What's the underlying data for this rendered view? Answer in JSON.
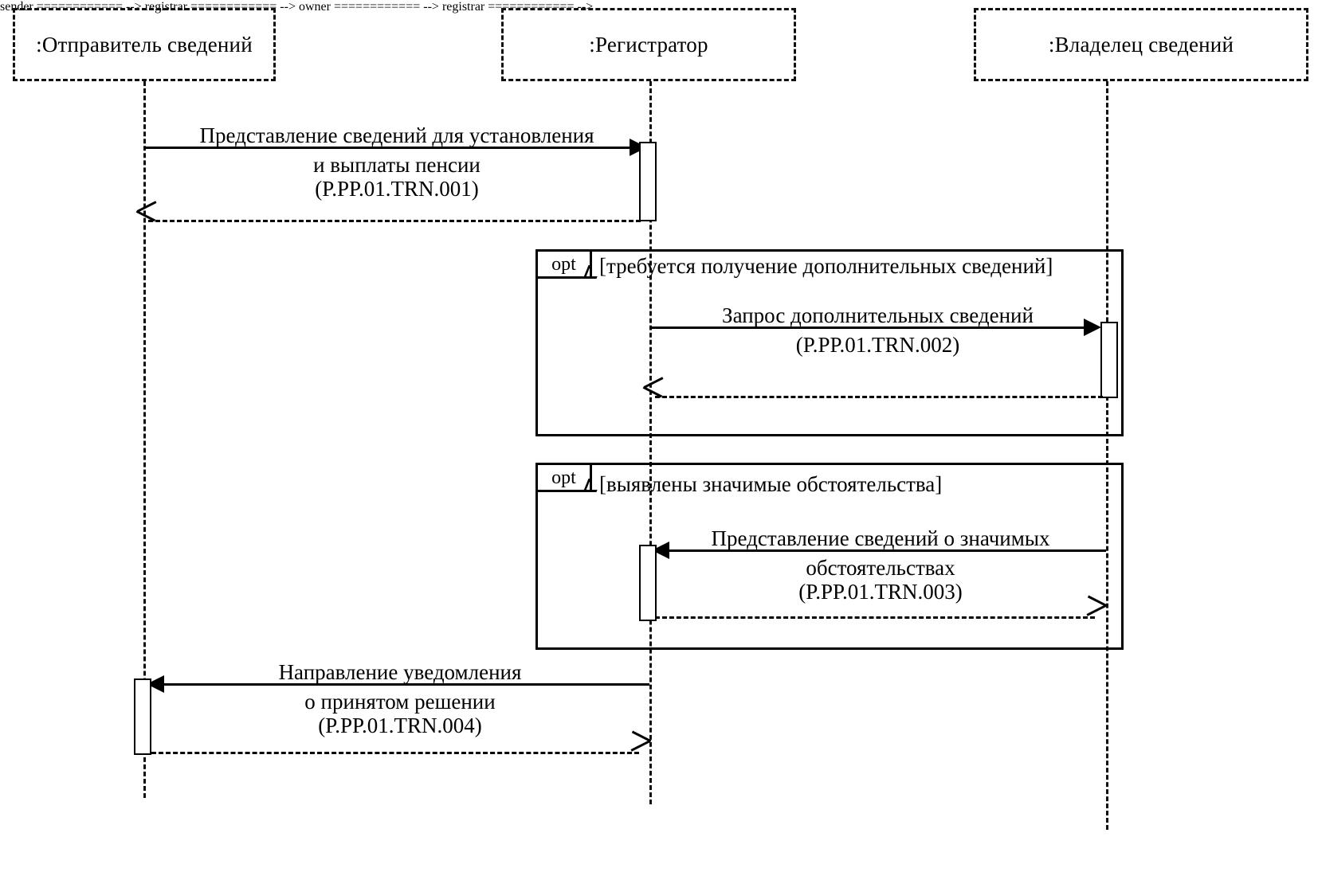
{
  "diagram": {
    "type": "uml-sequence-diagram",
    "title": "",
    "background_color": "#ffffff",
    "line_color": "#000000"
  },
  "actors": [
    {
      "id": "sender",
      "label": ":Отправитель сведений"
    },
    {
      "id": "registrar",
      "label": ":Регистратор"
    },
    {
      "id": "owner",
      "label": ":Владелец сведений"
    }
  ],
  "messages": [
    {
      "id": "trn001",
      "from": "sender",
      "to": "registrar",
      "kind": "call",
      "line1": "Представление сведений для установления",
      "line2": "и выплаты пенсии",
      "code": "(P.PP.01.TRN.001)"
    },
    {
      "id": "trn001-return",
      "from": "registrar",
      "to": "sender",
      "kind": "return",
      "line1": "",
      "line2": "",
      "code": ""
    },
    {
      "id": "trn002",
      "from": "registrar",
      "to": "owner",
      "kind": "call",
      "line1": "Запрос дополнительных сведений",
      "line2": "",
      "code": "(P.PP.01.TRN.002)"
    },
    {
      "id": "trn002-return",
      "from": "owner",
      "to": "registrar",
      "kind": "return",
      "line1": "",
      "line2": "",
      "code": ""
    },
    {
      "id": "trn003",
      "from": "owner",
      "to": "registrar",
      "kind": "call",
      "line1": "Представление сведений о значимых",
      "line2": "обстоятельствах",
      "code": "(P.PP.01.TRN.003)"
    },
    {
      "id": "trn003-return",
      "from": "registrar",
      "to": "owner",
      "kind": "return",
      "line1": "",
      "line2": "",
      "code": ""
    },
    {
      "id": "trn004",
      "from": "registrar",
      "to": "sender",
      "kind": "call",
      "line1": "Направление уведомления",
      "line2": "о принятом решении",
      "code": "(P.PP.01.TRN.004)"
    },
    {
      "id": "trn004-return",
      "from": "sender",
      "to": "registrar",
      "kind": "return",
      "line1": "",
      "line2": "",
      "code": ""
    }
  ],
  "fragments": [
    {
      "id": "opt1",
      "operator": "opt",
      "guard": "[требуется получение дополнительных сведений]"
    },
    {
      "id": "opt2",
      "operator": "opt",
      "guard": "[выявлены значимые обстоятельства]"
    }
  ]
}
